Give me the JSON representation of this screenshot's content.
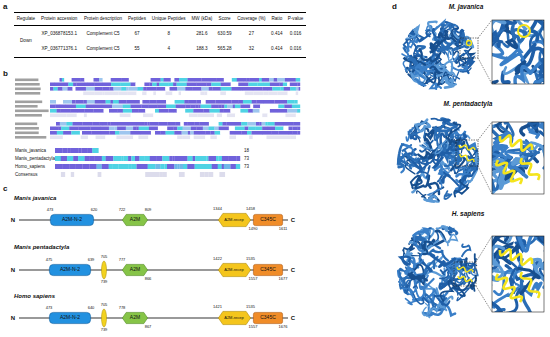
{
  "diagram": {
    "nodes": [
      {
        "text": [
          "A2M-N-2"
        ]
      },
      {
        "text": [
          "A2M"
        ]
      },
      {
        "text": [
          "A2M-recep"
        ]
      },
      {
        "text": [
          "C345C"
        ]
      },
      {
        "text": [
          "A2M-N-2"
        ]
      },
      {
        "text": [
          "A2M"
        ]
      },
      {
        "text": [
          "A2M-recep"
        ]
      },
      {
        "text": [
          "C345C"
        ]
      },
      {
        "text": [
          "A2M-N-2"
        ]
      },
      {
        "text": [
          "A2M"
        ]
      },
      {
        "text": [
          "A2M-recep"
        ]
      },
      {
        "text": [
          "C345C"
        ]
      }
    ],
    "labels": [
      "a",
      "Regulate",
      "Protein accession",
      "Protein description",
      "Peptides",
      "Unique Peptides",
      "MW (kDa)",
      "Score",
      "Coverage (%)",
      "Ratio",
      "P-value",
      "Down",
      "XP_036878153.1",
      "Complement C5",
      "67",
      "8",
      "281.6",
      "630.59",
      "27",
      "0.414",
      "0.016",
      "XP_036771376.1",
      "Complement C5",
      "55",
      "4",
      "188.3",
      "565.28",
      "32",
      "0.414",
      "0.016",
      "b",
      "Manis_javanica",
      "Manis_pentadactyla",
      "Homo_sapiens",
      "Consensus",
      "18",
      "73",
      "73",
      "c",
      "Manis javanica",
      "N",
      "C",
      "473",
      "620",
      "722",
      "809",
      "1344",
      "1458",
      "1490",
      "1611",
      "Manis pentadactyla",
      "N",
      "C",
      "475",
      "639",
      "705",
      "739",
      "777",
      "866",
      "1422",
      "1535",
      "1557",
      "1677",
      "Homo sapiens",
      "N",
      "C",
      "473",
      "640",
      "705",
      "739",
      "778",
      "867",
      "1421",
      "1535",
      "1557",
      "1676",
      "d",
      "M. javanica",
      "M. pentadactyla",
      "H. sapiens"
    ]
  }
}
